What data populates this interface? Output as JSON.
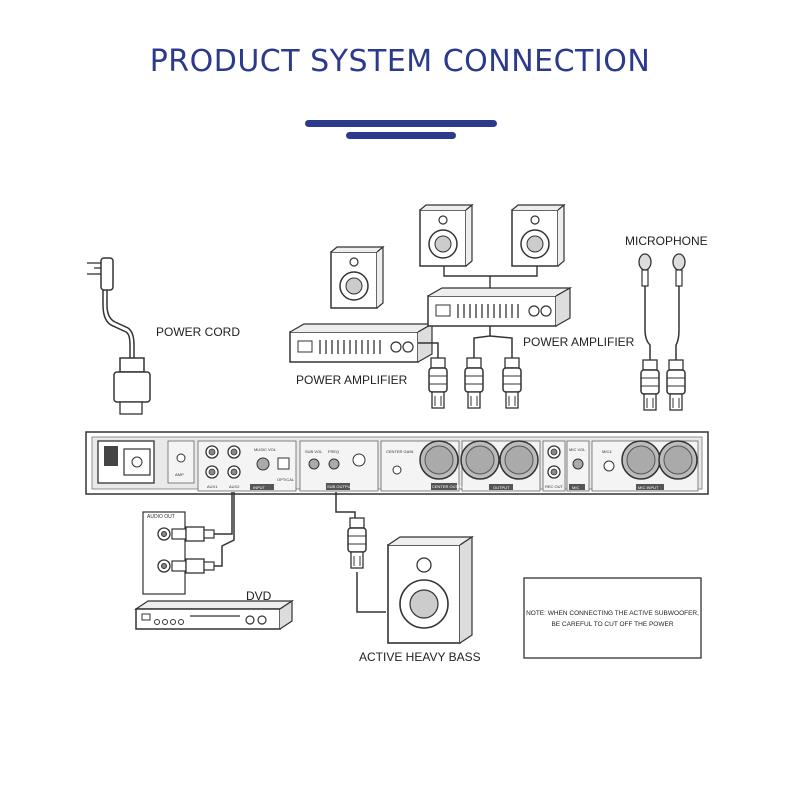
{
  "title": "PRODUCT SYSTEM CONNECTION",
  "labels": {
    "power_cord": "POWER CORD",
    "power_amplifier_left": "POWER AMPLIFIER",
    "power_amplifier_right": "POWER AMPLIFIER",
    "microphone": "MICROPHONE",
    "dvd": "DVD",
    "active_heavy_bass": "ACTIVE HEAVY BASS",
    "audio_out": "AUDIO OUT"
  },
  "note": {
    "line1": "NOTE: WHEN CONNECTING THE ACTIVE SUBWOOFER,",
    "line2": "BE CAREFUL TO CUT OFF THE POWER"
  },
  "panel": {
    "amp": "AMP",
    "music_vol": "MUSIC VOL",
    "optical": "OPTICAL",
    "aux1": "AUX1",
    "aux2": "AUX2",
    "input": "INPUT",
    "sub_vol": "SUB VOL",
    "freq": "FREQ",
    "sub_output": "SUB OUTPUT",
    "center_gain": "CENTER GAIN",
    "center_output": "CENTER OUTPUT",
    "output": "OUTPUT",
    "rec_out": "REC OUT",
    "mic_vol": "MIC VOL",
    "mic": "MIC",
    "mic4": "MIC4",
    "mic_input": "MIC INPUT"
  },
  "colors": {
    "title": "#2b3a8c",
    "line": "#333333",
    "panel_fill": "#e9e9e9"
  }
}
